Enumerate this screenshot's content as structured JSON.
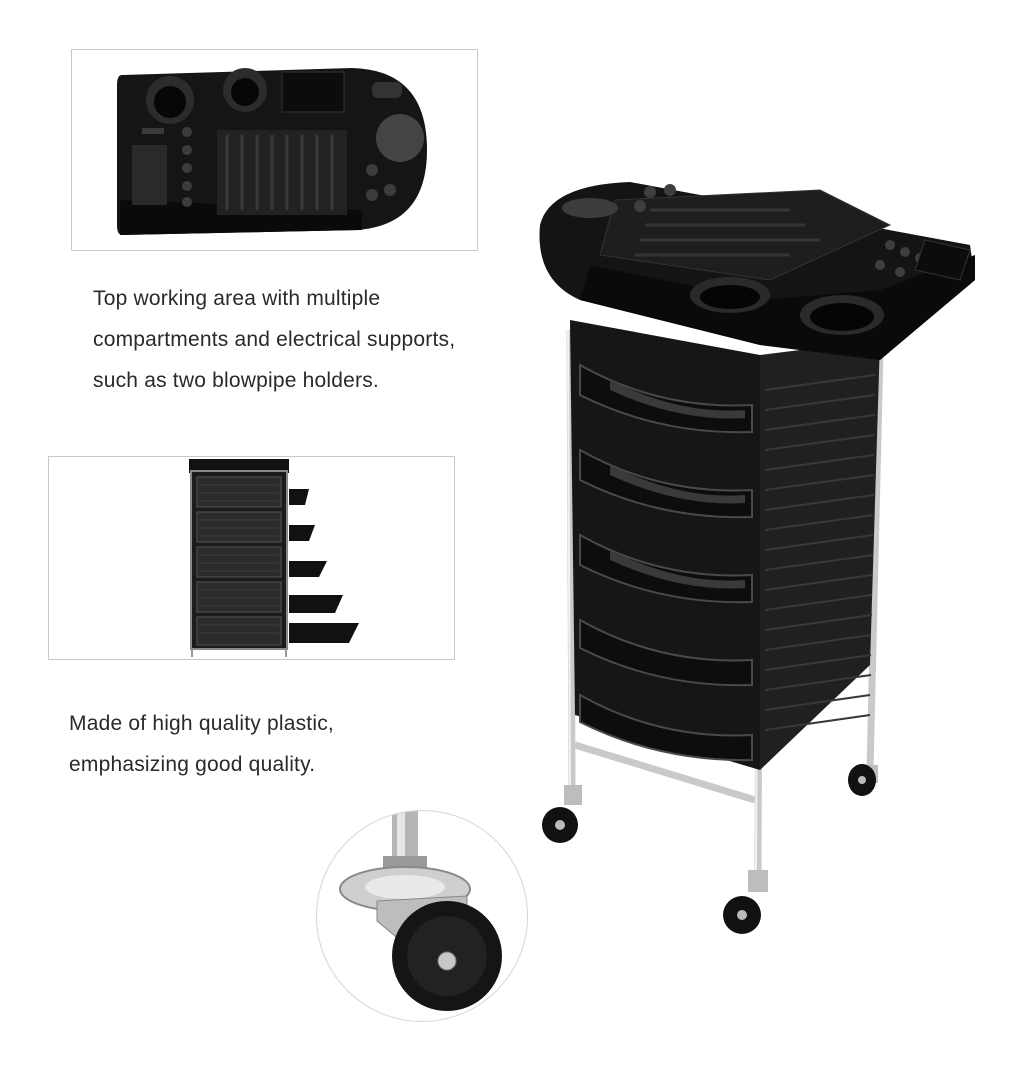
{
  "captions": {
    "top_area": "Top working area with multiple\ncompartments and electrical supports,\nsuch as two blowpipe holders.",
    "material": "Made of high quality plastic,\nemphasizing good quality."
  },
  "colors": {
    "plastic": "#141414",
    "plastic_highlight": "#3a3a3a",
    "chrome": "#c9c9c9",
    "frame_border": "#c8c8c8",
    "text": "#2a2a2a"
  },
  "icons": {
    "tray_detail": "top-tray-image",
    "drawers_detail": "drawers-open-image",
    "caster_detail": "caster-wheel-image",
    "product": "salon-trolley-image"
  }
}
